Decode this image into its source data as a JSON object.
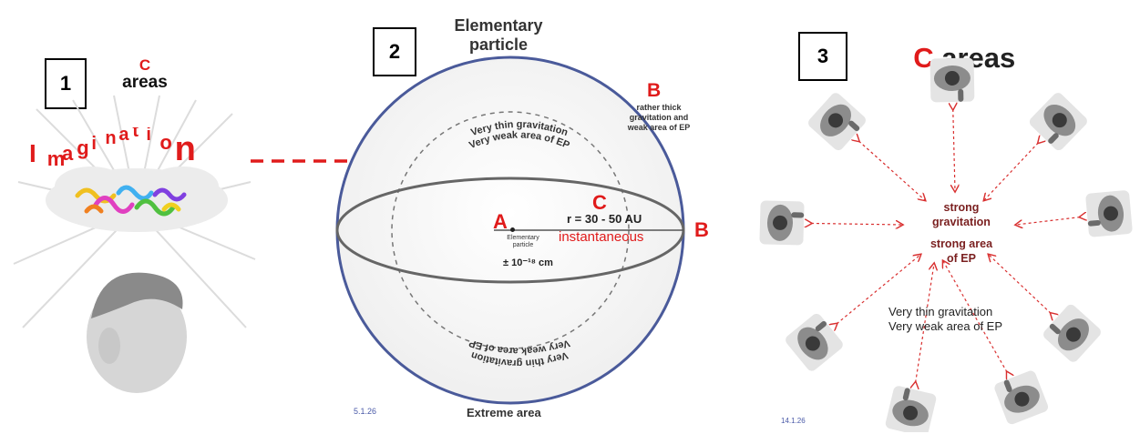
{
  "panel1": {
    "number": "1",
    "c_letter": "C",
    "areas_label": "areas",
    "imagination_letters": [
      "I",
      "m",
      "a",
      "g",
      "i",
      "n",
      "a",
      "t",
      "i",
      "o",
      "n"
    ]
  },
  "panel2": {
    "number": "2",
    "title_line1": "Elementary",
    "title_line2": "particle",
    "point_b_top": "B",
    "b_desc_line1": "rather thick",
    "b_desc_line2": "gravitation and",
    "b_desc_line3": "weak area of EP",
    "inner_top_line1": "Very thin gravitation",
    "inner_top_line2": "Very weak area of EP",
    "point_a": "A",
    "a_desc_line1": "Elementary",
    "a_desc_line2": "particle",
    "a_size": "± 10⁻¹⁸ cm",
    "point_c": "C",
    "radius_label": "r = 30 - 50  AU",
    "instantaneous_label": "instantaneous",
    "point_b_right": "B",
    "inner_bottom_line1": "Very weak area of EP",
    "inner_bottom_line2": "Very thin gravitation",
    "date_label": "5.1.26",
    "bottom_label": "Extreme area"
  },
  "panel3": {
    "number": "3",
    "title_c": "C",
    "title_rest": " areas",
    "center_line1": "strong",
    "center_line2": "gravitation",
    "center_line3": "strong area",
    "center_line4": "of EP",
    "thin_line1": "Very thin gravitation",
    "thin_line2": "Very weak area of EP",
    "date_label": "14.1.26"
  },
  "colors": {
    "accent_red": "#e01b1b",
    "dark_red": "#7a1f1f",
    "sphere_blue": "#4a5a9a",
    "arrow_red": "#d93030"
  }
}
